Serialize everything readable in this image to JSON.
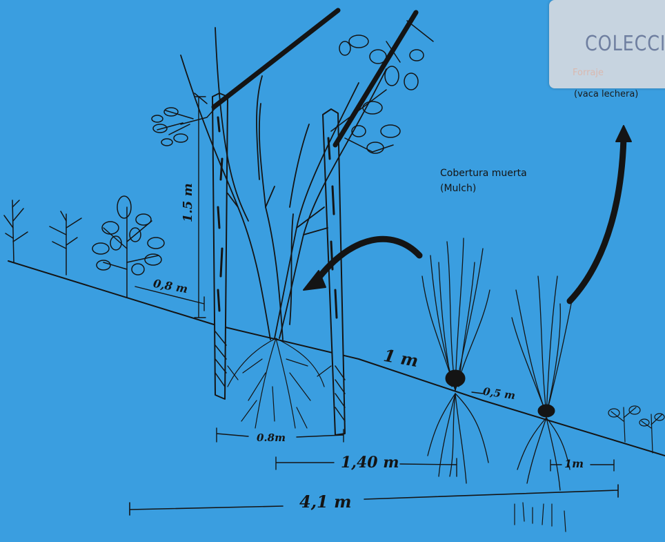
{
  "labels": {
    "stamp_text": "COLECCIO",
    "stamp_sub": "Forraje",
    "vaca": "(vaca lechera)",
    "mulch_line1": "Cobertura muerta",
    "mulch_line2": "(Mulch)",
    "height_1_5": "1.5 m",
    "spacing_0_8_side": "0,8 m",
    "dist_1m_slope": "1 m",
    "dist_0_5": "0,5 m",
    "dist_0_8_bottom": "0.8m",
    "dist_1_40": "1,40 m",
    "dist_1m_right": "1m",
    "dist_4_1": "4,1 m"
  },
  "colors": {
    "background": "#3a9ee0",
    "ink": "#141414",
    "stamp": "#c7d4e0"
  }
}
